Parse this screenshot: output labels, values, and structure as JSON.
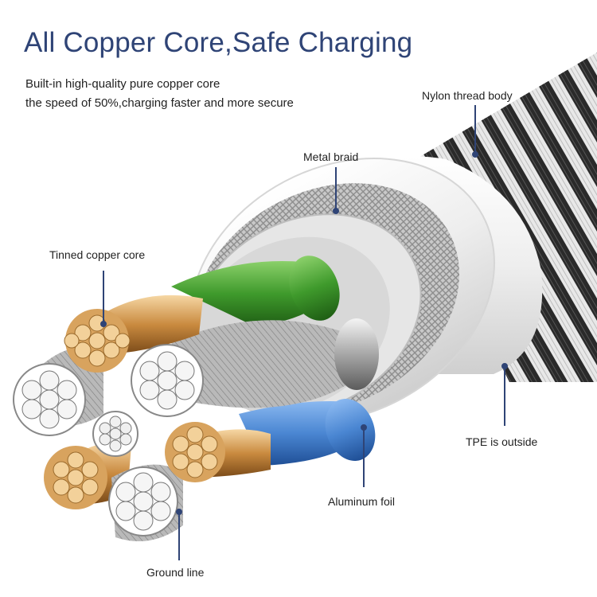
{
  "header": {
    "title": "All Copper Core,Safe Charging",
    "subtitle_line1": "Built-in high-quality pure copper core",
    "subtitle_line2": "the speed of 50%,charging faster and more secure"
  },
  "callouts": {
    "nylon": "Nylon thread body",
    "metal_braid": "Metal braid",
    "tinned_copper": "Tinned copper core",
    "tpe": "TPE is outside",
    "aluminum_foil": "Aluminum foil",
    "ground_line": "Ground line"
  },
  "colors": {
    "title": "#2f4476",
    "leader_line": "#2f4476",
    "green_insulation": "#3f9a2c",
    "blue_insulation": "#4a86d2",
    "copper": "#e2b77a",
    "tpe_jacket": "#f2f2f2"
  }
}
